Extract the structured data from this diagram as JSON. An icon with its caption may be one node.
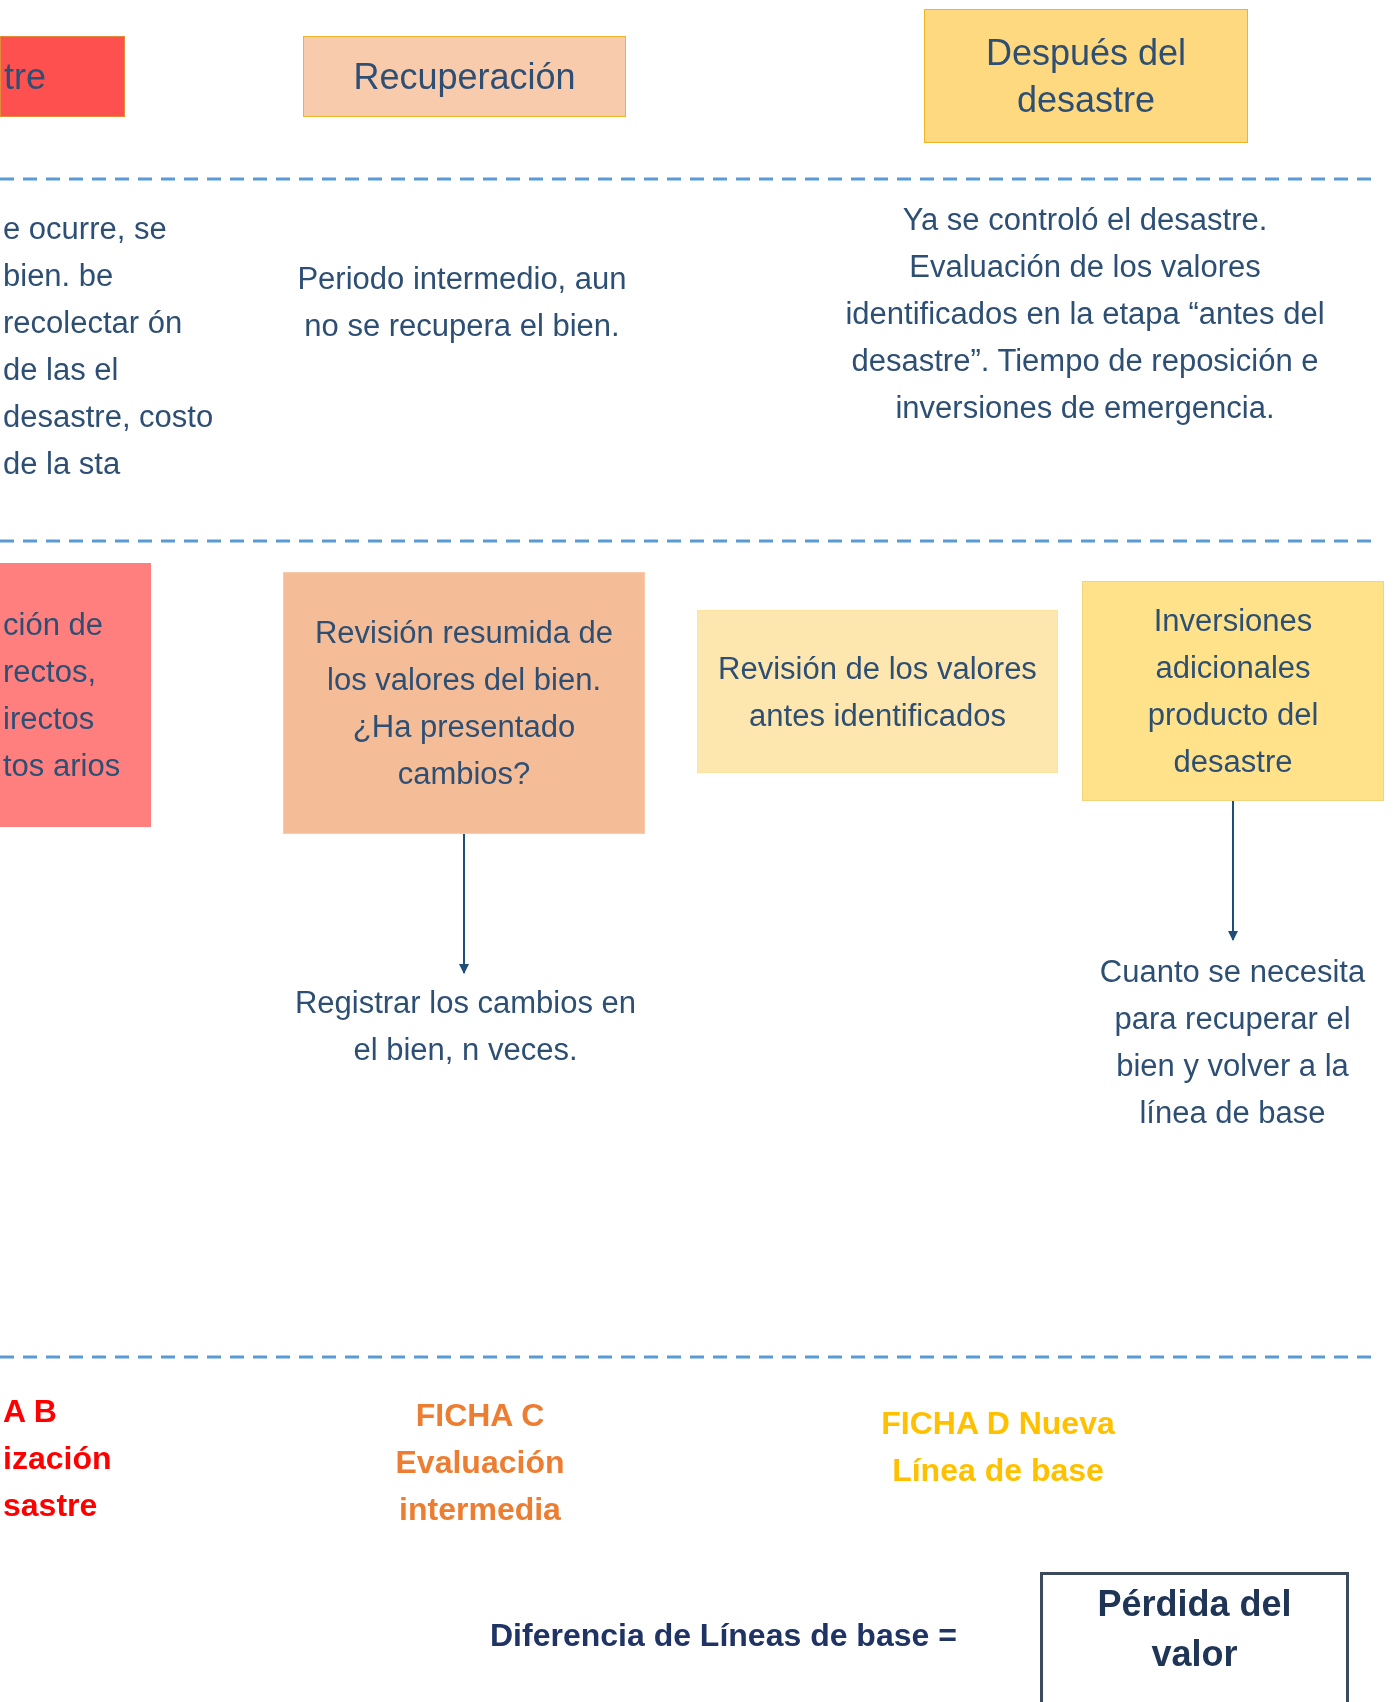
{
  "diagram": {
    "nodes": [
      {
        "text": [
          "tre"
        ]
      },
      {
        "text": [
          "Recuperación"
        ]
      },
      {
        "text": [
          "Después del desastre"
        ]
      },
      {
        "text": [
          "ción de rectos, irectos tos arios"
        ]
      },
      {
        "text": [
          "Revisión resumida de los valores del bien. ¿Ha presentado cambios?"
        ]
      },
      {
        "text": [
          "Revisión de los valores antes identificados"
        ]
      },
      {
        "text": [
          "Inversiones adicionales producto del desastre"
        ]
      },
      {
        "text": [
          "Registrar los cambios en el bien, n veces."
        ]
      },
      {
        "text": [
          "Cuanto se necesita para recuperar el bien y volver a la línea de base"
        ]
      },
      {
        "text": [
          "Pérdida del valor"
        ]
      }
    ],
    "edges": [
      {
        "from": 4,
        "to": 7,
        "arrow": "to"
      },
      {
        "from": 6,
        "to": 8,
        "arrow": "to"
      }
    ],
    "labels": [
      "e ocurre, se bien. be recolectar ón de las el desastre, costo de la sta",
      "Periodo intermedio, aun no se recupera el bien.",
      "Ya se controló el desastre. Evaluación de los valores identificados en la etapa “antes del desastre”. Tiempo de reposición e inversiones de emergencia.",
      "A B ización sastre",
      "FICHA C Evaluación intermedia",
      "FICHA D Nueva Línea de base",
      "Diferencia de Líneas de base ="
    ]
  }
}
